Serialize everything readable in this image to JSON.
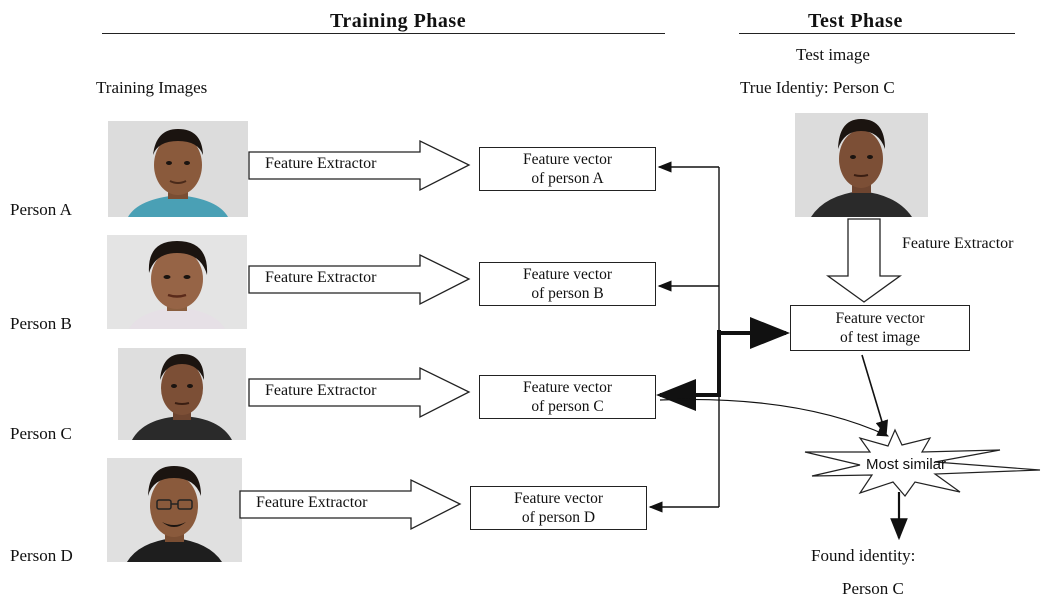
{
  "training": {
    "heading": "Training Phase",
    "images_label": "Training Images",
    "persons": [
      {
        "name": "Person A",
        "extractor": "Feature Extractor",
        "vector_line1": "Feature vector",
        "vector_line2": "of person A"
      },
      {
        "name": "Person B",
        "extractor": "Feature Extractor",
        "vector_line1": "Feature vector",
        "vector_line2": "of person B"
      },
      {
        "name": "Person C",
        "extractor": "Feature Extractor",
        "vector_line1": "Feature vector",
        "vector_line2": "of person C"
      },
      {
        "name": "Person D",
        "extractor": "Feature Extractor",
        "vector_line1": "Feature vector",
        "vector_line2": "of person D"
      }
    ]
  },
  "test": {
    "heading": "Test Phase",
    "image_label": "Test image",
    "true_identity": "True Identiy: Person C",
    "extractor": "Feature Extractor",
    "vector_line1": "Feature vector",
    "vector_line2": "of test image",
    "most_similar": "Most similar",
    "found_label": "Found identity:",
    "found_value": "Person C"
  },
  "colors": {
    "photo_bg": "#d9d9d9",
    "skin": "#8a5a3c",
    "hair": "#1b1410",
    "shirt_a": "#4aa0b5",
    "shirt_b": "#e6e0e6",
    "shirt_dark": "#2a2a2a"
  }
}
